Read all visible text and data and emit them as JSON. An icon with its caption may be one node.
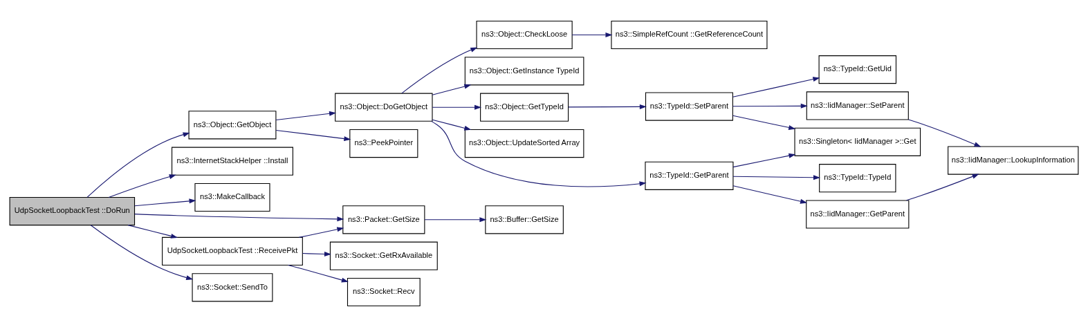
{
  "diagram": {
    "nodes": [
      {
        "text": [
          "UdpSocketLoopbackTest ::DoRun"
        ]
      },
      {
        "text": [
          "ns3::Object::GetObject"
        ]
      },
      {
        "text": [
          "ns3::InternetStackHelper ::Install"
        ]
      },
      {
        "text": [
          "ns3::MakeCallback"
        ]
      },
      {
        "text": [
          "ns3::Packet::GetSize"
        ]
      },
      {
        "text": [
          "UdpSocketLoopbackTest ::ReceivePkt"
        ]
      },
      {
        "text": [
          "ns3::Socket::SendTo"
        ]
      },
      {
        "text": [
          "ns3::Object::DoGetObject"
        ]
      },
      {
        "text": [
          "ns3::PeekPointer"
        ]
      },
      {
        "text": [
          "ns3::Buffer::GetSize"
        ]
      },
      {
        "text": [
          "ns3::Socket::GetRxAvailable"
        ]
      },
      {
        "text": [
          "ns3::Socket::Recv"
        ]
      },
      {
        "text": [
          "ns3::Object::CheckLoose"
        ]
      },
      {
        "text": [
          "ns3::Object::GetInstance TypeId"
        ]
      },
      {
        "text": [
          "ns3::Object::GetTypeId"
        ]
      },
      {
        "text": [
          "ns3::Object::UpdateSorted Array"
        ]
      },
      {
        "text": [
          "ns3::SimpleRefCount ::GetReferenceCount"
        ]
      },
      {
        "text": [
          "ns3::TypeId::GetParent"
        ]
      },
      {
        "text": [
          "ns3::TypeId::SetParent"
        ]
      },
      {
        "text": [
          "ns3::TypeId::TypeId"
        ]
      },
      {
        "text": [
          "ns3::IidManager::GetParent"
        ]
      },
      {
        "text": [
          "ns3::Singleton< IidManager >::Get"
        ]
      },
      {
        "text": [
          "ns3::TypeId::GetUid"
        ]
      },
      {
        "text": [
          "ns3::IidManager::SetParent"
        ]
      },
      {
        "text": [
          "ns3::IidManager::LookupInformation"
        ]
      }
    ],
    "edges": [
      {
        "from": 0,
        "to": 1,
        "arrow": "to"
      },
      {
        "from": 0,
        "to": 4,
        "arrow": "to"
      },
      {
        "from": 0,
        "to": 2,
        "arrow": "to"
      },
      {
        "from": 0,
        "to": 3,
        "arrow": "to"
      },
      {
        "from": 0,
        "to": 5,
        "arrow": "to"
      },
      {
        "from": 0,
        "to": 6,
        "arrow": "to"
      },
      {
        "from": 1,
        "to": 7,
        "arrow": "to"
      },
      {
        "from": 1,
        "to": 8,
        "arrow": "to"
      },
      {
        "from": 5,
        "to": 4,
        "arrow": "to"
      },
      {
        "from": 5,
        "to": 10,
        "arrow": "to"
      },
      {
        "from": 5,
        "to": 11,
        "arrow": "to"
      },
      {
        "from": 4,
        "to": 9,
        "arrow": "to"
      },
      {
        "from": 7,
        "to": 12,
        "arrow": "to"
      },
      {
        "from": 7,
        "to": 13,
        "arrow": "to"
      },
      {
        "from": 7,
        "to": 17,
        "arrow": "to"
      },
      {
        "from": 7,
        "to": 14,
        "arrow": "to"
      },
      {
        "from": 7,
        "to": 15,
        "arrow": "to"
      },
      {
        "from": 12,
        "to": 16,
        "arrow": "to"
      },
      {
        "from": 17,
        "to": 19,
        "arrow": "to"
      },
      {
        "from": 17,
        "to": 20,
        "arrow": "to"
      },
      {
        "from": 17,
        "to": 21,
        "arrow": "to"
      },
      {
        "from": 14,
        "to": 18,
        "arrow": "to"
      },
      {
        "from": 18,
        "to": 21,
        "arrow": "to"
      },
      {
        "from": 18,
        "to": 22,
        "arrow": "to"
      },
      {
        "from": 18,
        "to": 23,
        "arrow": "to"
      },
      {
        "from": 20,
        "to": 24,
        "arrow": "to"
      },
      {
        "from": 23,
        "to": 24,
        "arrow": "to"
      }
    ]
  }
}
